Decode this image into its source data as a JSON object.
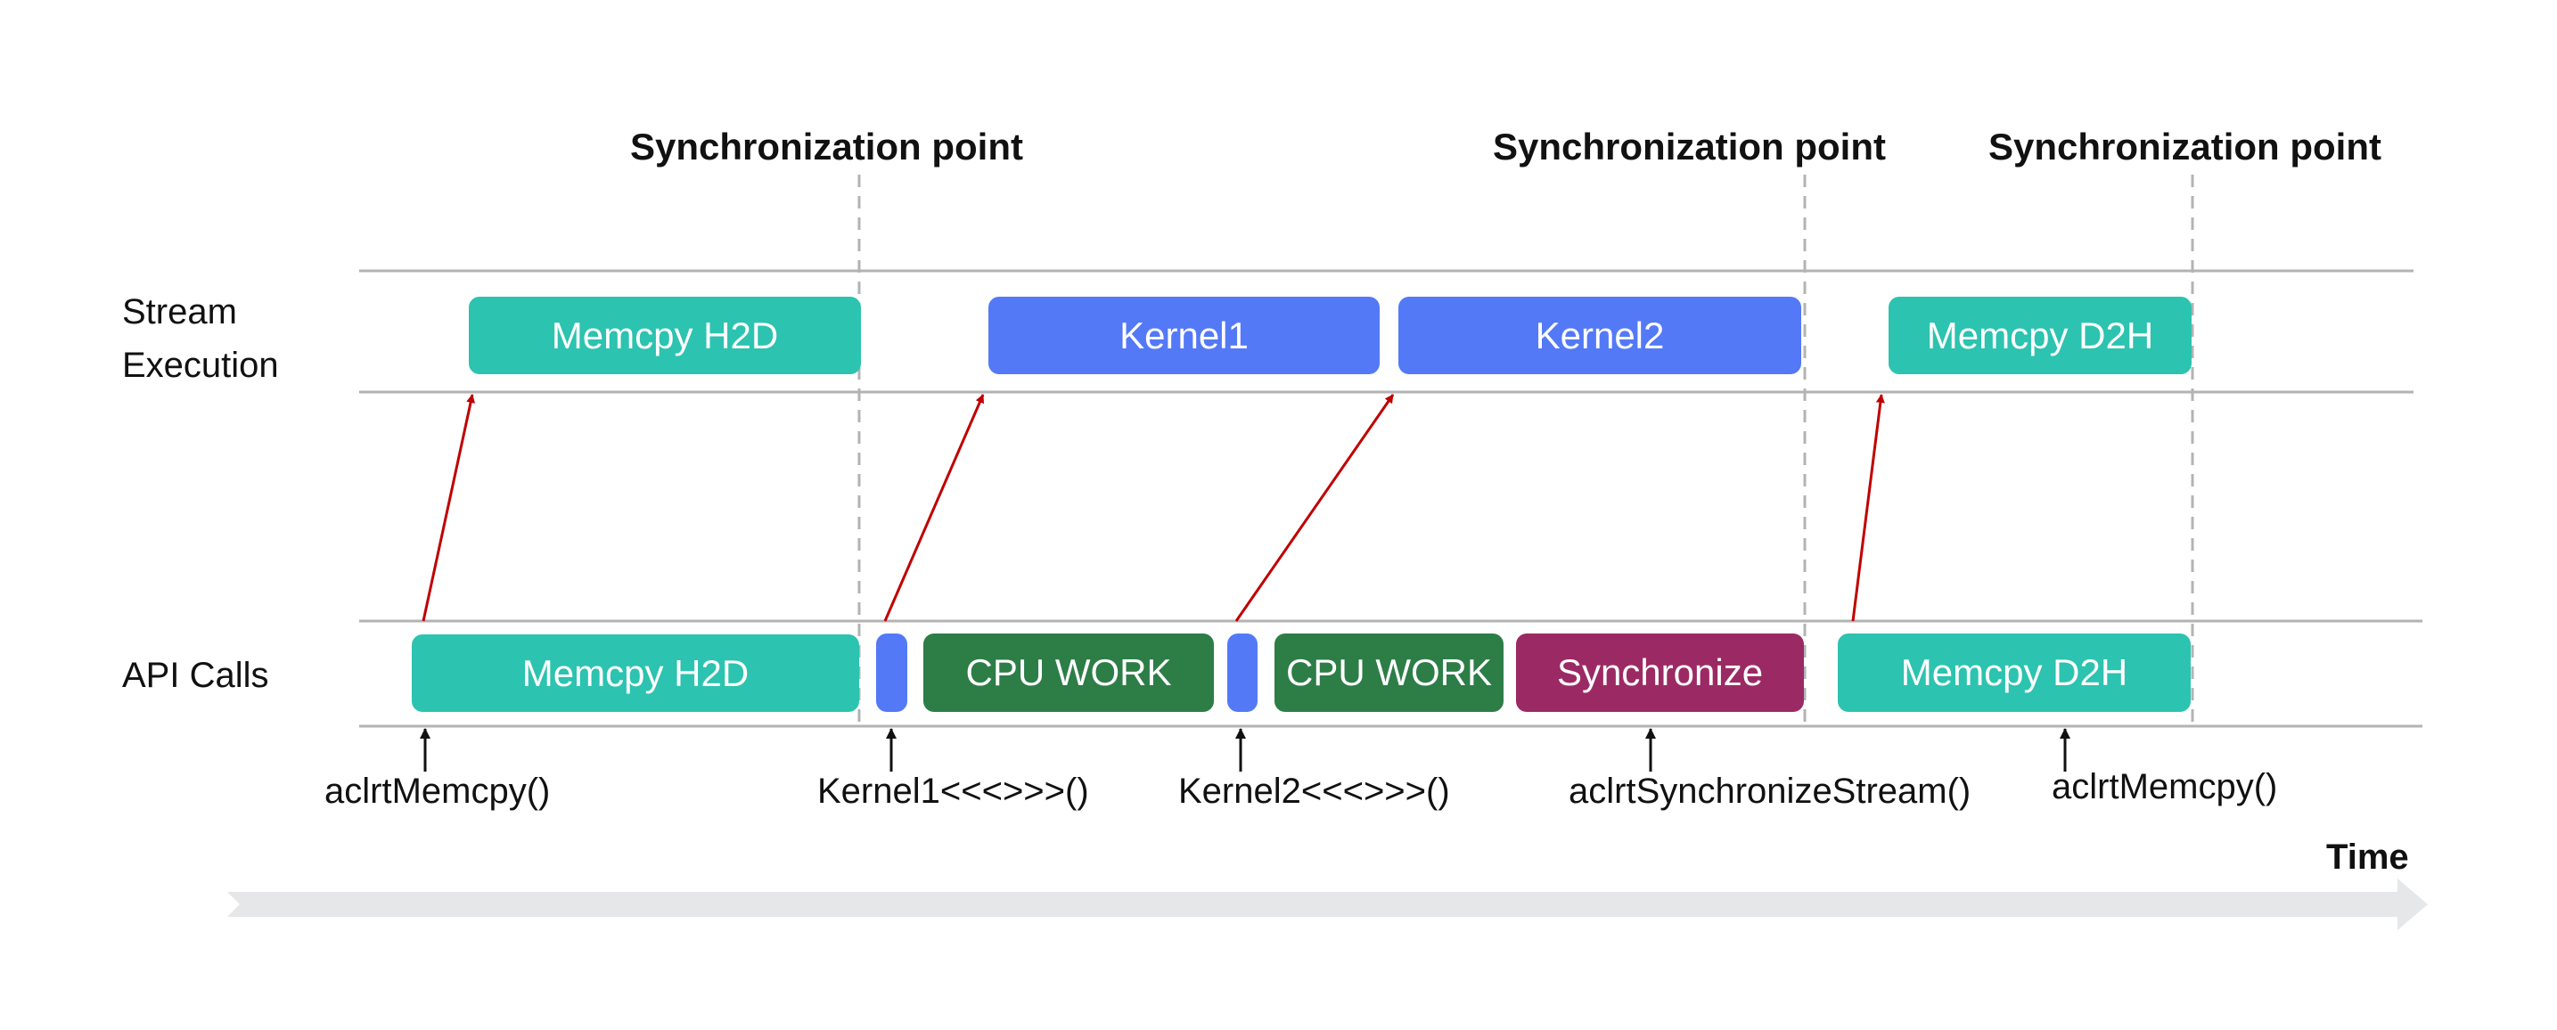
{
  "sync_points": {
    "label1": "Synchronization point",
    "label2": "Synchronization point",
    "label3": "Synchronization point"
  },
  "rows": {
    "stream_line1": "Stream",
    "stream_line2": "Execution",
    "api": "API Calls"
  },
  "stream_blocks": {
    "memcpy_h2d": "Memcpy H2D",
    "kernel1": "Kernel1",
    "kernel2": "Kernel2",
    "memcpy_d2h": "Memcpy D2H"
  },
  "api_blocks": {
    "memcpy_h2d": "Memcpy H2D",
    "cpu_work1": "CPU WORK",
    "cpu_work2": "CPU WORK",
    "synchronize": "Synchronize",
    "memcpy_d2h": "Memcpy D2H"
  },
  "api_calls": {
    "call1": "aclrtMemcpy()",
    "call2": "Kernel1<<<>>>()",
    "call3": "Kernel2<<<>>>()",
    "call4": "aclrtSynchronizeStream()",
    "call5": "aclrtMemcpy()"
  },
  "time_label": "Time",
  "colors": {
    "memcpy": "#2cc3b0",
    "kernel": "#5479f7",
    "cpu_work": "#2d7d47",
    "synchronize": "#9b2a64",
    "launch_arrow": "#c00000",
    "time_bar": "#e6e7e9",
    "row_line": "#b3b3b3",
    "sync_line": "#b3b3b3"
  }
}
